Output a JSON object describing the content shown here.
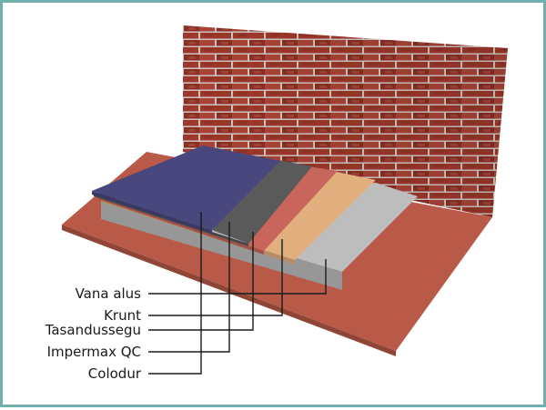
{
  "diagram": {
    "layers": [
      {
        "label": "Vana alus",
        "color": "#bdbdbd"
      },
      {
        "label": "Krunt",
        "color": "#e2b07e"
      },
      {
        "label": "Tasandussegu",
        "color": "#c8665c"
      },
      {
        "label": "Impermax QC",
        "color": "#5a5a5a"
      },
      {
        "label": "Colodur",
        "color": "#48477e"
      }
    ],
    "colors": {
      "base_slab": "#b85a47",
      "brick": "#a93a2c",
      "mortar": "#d7cfc8",
      "frame": "#6fb0ad",
      "leader_line": "#1a1a1a"
    },
    "icons": [
      "brick-wall",
      "floor-slab"
    ]
  }
}
